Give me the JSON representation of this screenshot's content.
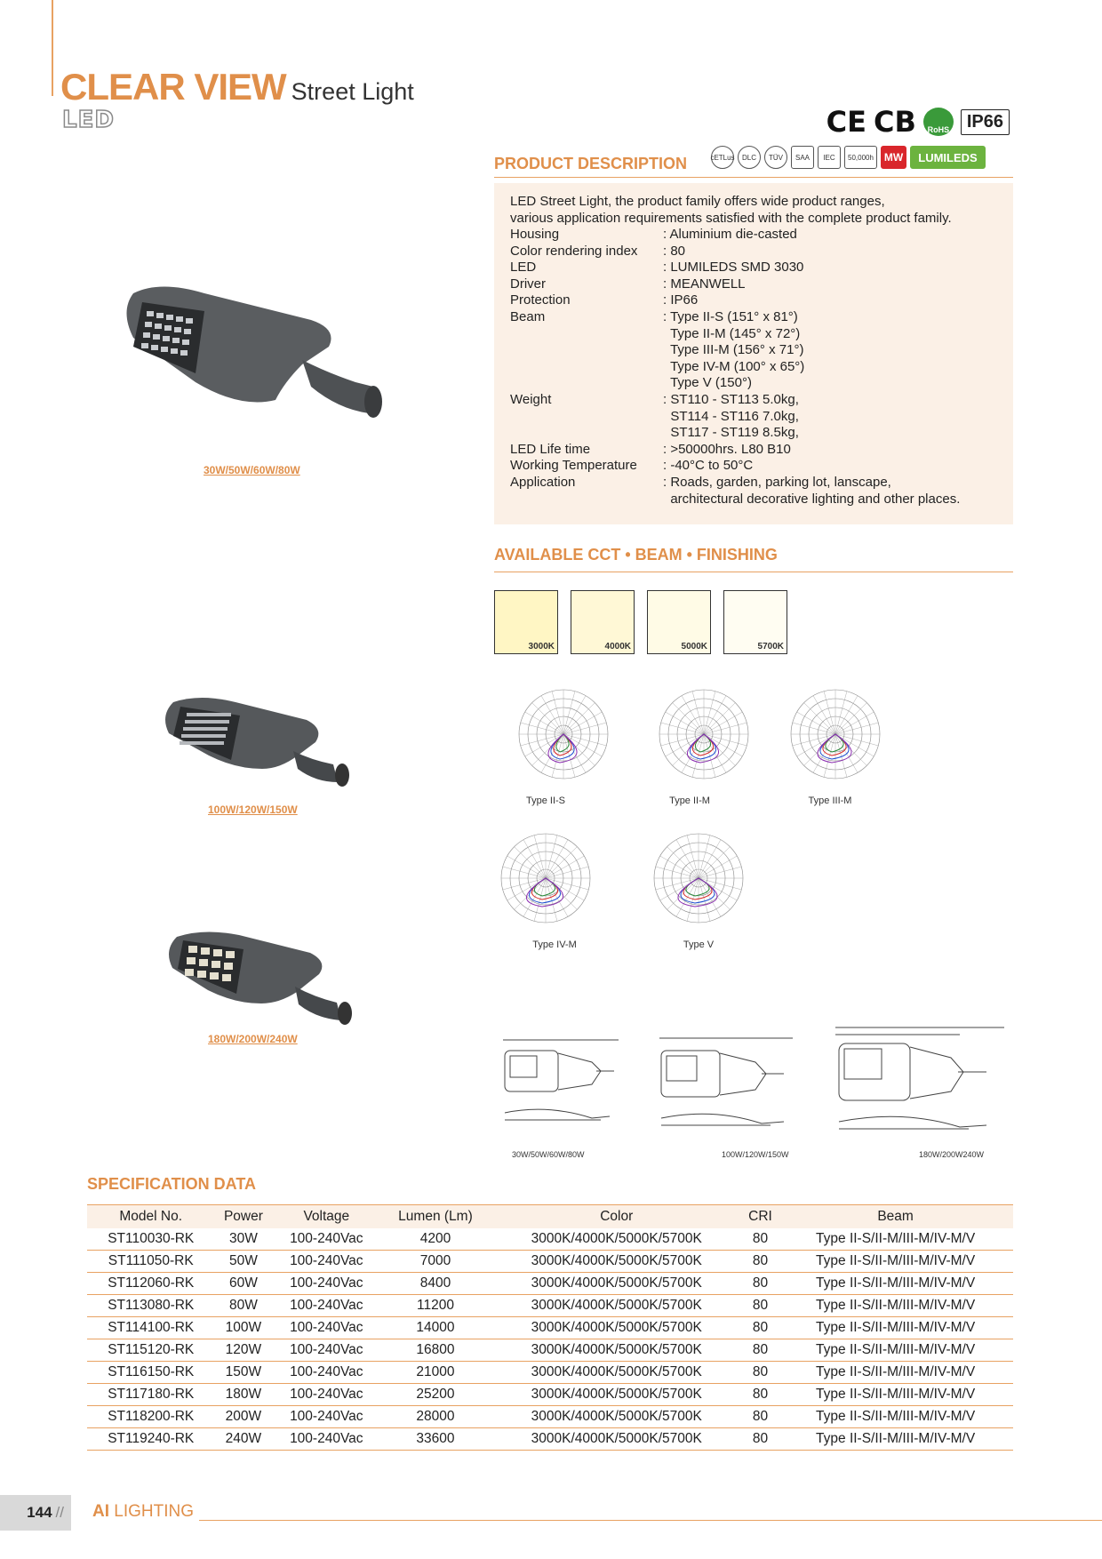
{
  "header": {
    "brand": "CLEAR VIEW",
    "subtitle": "Street Light",
    "tag": "LED",
    "certs": {
      "ce": "CE",
      "cb": "CB",
      "rohs": "RoHS",
      "ip": "IP66"
    }
  },
  "product_description": {
    "title": "PRODUCT DESCRIPTION",
    "badges": [
      "cETLus",
      "DLC",
      "TÜV",
      "SAA",
      "IEC",
      "50,000h",
      "MW",
      "LUMILEDS"
    ],
    "intro_1": "LED Street Light, the product family offers wide product ranges,",
    "intro_2": "various application requirements satisfied with the complete product family.",
    "rows": [
      {
        "key": "Housing",
        "value": ": Aluminium die-casted"
      },
      {
        "key": "Color rendering index",
        "value": ": 80"
      },
      {
        "key": "LED",
        "value": ": LUMILEDS SMD 3030"
      },
      {
        "key": "Driver",
        "value": ": MEANWELL"
      },
      {
        "key": "Protection",
        "value": ": IP66"
      },
      {
        "key": "Beam",
        "value": ": Type II-S (151° x 81°)"
      },
      {
        "key": "",
        "value": "  Type II-M (145° x 72°)"
      },
      {
        "key": "",
        "value": "  Type III-M (156° x 71°)"
      },
      {
        "key": "",
        "value": "  Type IV-M (100° x 65°)"
      },
      {
        "key": "",
        "value": "  Type V (150°)"
      },
      {
        "key": "Weight",
        "value": ": ST110 - ST113 5.0kg,"
      },
      {
        "key": "",
        "value": "  ST114 - ST116 7.0kg,"
      },
      {
        "key": "",
        "value": "  ST117 - ST119 8.5kg,"
      },
      {
        "key": "LED Life time",
        "value": ": >50000hrs. L80 B10"
      },
      {
        "key": "Working Temperature",
        "value": ": -40°C to 50°C"
      },
      {
        "key": "Application",
        "value": ": Roads, garden, parking lot, lanscape,"
      },
      {
        "key": "",
        "value": "  architectural decorative lighting and other places."
      }
    ]
  },
  "cct_section": {
    "title": "AVAILABLE CCT  •  BEAM  •  FINISHING",
    "swatches": [
      {
        "label": "3000K",
        "color": "#fff6c4"
      },
      {
        "label": "4000K",
        "color": "#fff8d6"
      },
      {
        "label": "5000K",
        "color": "#fffbe6"
      },
      {
        "label": "5700K",
        "color": "#fffdf2"
      }
    ],
    "beams": [
      "Type II-S",
      "Type II-M",
      "Type III-M",
      "Type IV-M",
      "Type V"
    ]
  },
  "lamps": [
    {
      "label": "30W/50W/60W/80W"
    },
    {
      "label": "100W/120W/150W"
    },
    {
      "label": "180W/200W/240W"
    }
  ],
  "dimensions": [
    {
      "label": "30W/50W/60W/80W"
    },
    {
      "label": "100W/120W/150W"
    },
    {
      "label": "180W/200W240W"
    }
  ],
  "spec": {
    "title": "SPECIFICATION DATA",
    "headers": [
      "Model No.",
      "Power",
      "Voltage",
      "Lumen (Lm)",
      "Color",
      "CRI",
      "Beam"
    ],
    "rows": [
      [
        "ST110030-RK",
        "30W",
        "100-240Vac",
        "4200",
        "3000K/4000K/5000K/5700K",
        "80",
        "Type II-S/II-M/III-M/IV-M/V"
      ],
      [
        "ST111050-RK",
        "50W",
        "100-240Vac",
        "7000",
        "3000K/4000K/5000K/5700K",
        "80",
        "Type II-S/II-M/III-M/IV-M/V"
      ],
      [
        "ST112060-RK",
        "60W",
        "100-240Vac",
        "8400",
        "3000K/4000K/5000K/5700K",
        "80",
        "Type II-S/II-M/III-M/IV-M/V"
      ],
      [
        "ST113080-RK",
        "80W",
        "100-240Vac",
        "11200",
        "3000K/4000K/5000K/5700K",
        "80",
        "Type II-S/II-M/III-M/IV-M/V"
      ],
      [
        "ST114100-RK",
        "100W",
        "100-240Vac",
        "14000",
        "3000K/4000K/5000K/5700K",
        "80",
        "Type II-S/II-M/III-M/IV-M/V"
      ],
      [
        "ST115120-RK",
        "120W",
        "100-240Vac",
        "16800",
        "3000K/4000K/5000K/5700K",
        "80",
        "Type II-S/II-M/III-M/IV-M/V"
      ],
      [
        "ST116150-RK",
        "150W",
        "100-240Vac",
        "21000",
        "3000K/4000K/5000K/5700K",
        "80",
        "Type II-S/II-M/III-M/IV-M/V"
      ],
      [
        "ST117180-RK",
        "180W",
        "100-240Vac",
        "25200",
        "3000K/4000K/5000K/5700K",
        "80",
        "Type II-S/II-M/III-M/IV-M/V"
      ],
      [
        "ST118200-RK",
        "200W",
        "100-240Vac",
        "28000",
        "3000K/4000K/5000K/5700K",
        "80",
        "Type II-S/II-M/III-M/IV-M/V"
      ],
      [
        "ST119240-RK",
        "240W",
        "100-240Vac",
        "33600",
        "3000K/4000K/5000K/5700K",
        "80",
        "Type II-S/II-M/III-M/IV-M/V"
      ]
    ]
  },
  "footer": {
    "page": "144",
    "sep": "//",
    "brand_bold": "AI",
    "brand_rest": " LIGHTING"
  }
}
